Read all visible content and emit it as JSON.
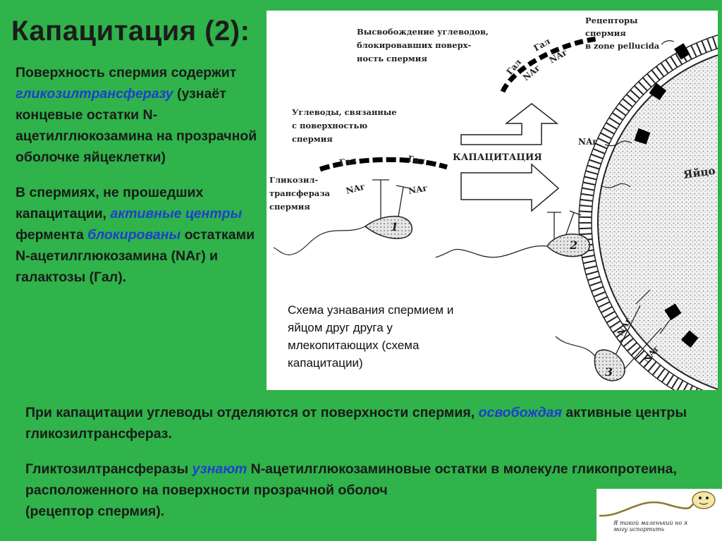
{
  "title": "Капацитация (2):",
  "left": {
    "p1_a": "Поверхность спермия содержит ",
    "p1_hl": "гликозилтрансферазу",
    "p1_b": " (узнаёт концевые остатки N-ацетилглюкозамина на прозрачной оболочке яйцеклетки)",
    "p2_a": "В спермиях, не прошедших капацитации, ",
    "p2_hl1": "активные центры",
    "p2_b": " фермента ",
    "p2_hl2": "блокированы",
    "p2_c": " остатками N-ацетилглюкозамина (NAг) и галактозы (Гал)."
  },
  "diagram": {
    "release_label_1": "Высвобождение углеводов,",
    "release_label_2": "блокировавших поверх-",
    "release_label_3": "ность спермия",
    "receptors_label_1": "Рецепторы",
    "receptors_label_2": "спермия",
    "receptors_label_3": "в zone pellucida",
    "bound_label_1": "Углеводы, связанные",
    "bound_label_2": "с поверхностью",
    "bound_label_3": "спермия",
    "capacitation_label": "КАПАЦИТАЦИЯ",
    "gt_label_1": "Гликозил-",
    "gt_label_2": "трансфераза",
    "gt_label_3": "спермия",
    "gal": "Гал",
    "nag": "NAг",
    "egg": "Яйцо",
    "num1": "1",
    "num2": "2",
    "num3": "3",
    "caption": "Схема узнавания спермием и яйцом друг друга у млекопитающих (схема капацитации)"
  },
  "bottom": {
    "p1_a": "При капацитации углеводы отделяются от поверхности спермия, ",
    "p1_hl": "освобождая",
    "p1_b": " активные центры гликозилтрансфераз.",
    "p2_a": "Гликтозилтрансферазы ",
    "p2_hl": "узнают",
    "p2_b": " N-ацетилглюкозаминовые остатки в молекуле гликопротеина, расположенного на поверхности прозрачной оболоч",
    "p2_c": "(рецептор спермия)."
  },
  "cartoon": {
    "text": "Я такой маленький но я могу испортить"
  }
}
